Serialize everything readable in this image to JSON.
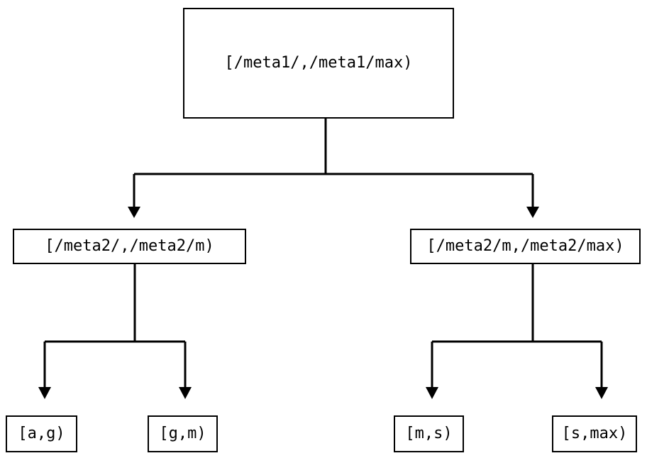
{
  "diagram": {
    "type": "tree",
    "orientation": "top-down",
    "background_color": "#ffffff",
    "line_color": "#000000",
    "text_color": "#000000",
    "nodes": {
      "root": {
        "label": "[/meta1/,/meta1/max)"
      },
      "mid_left": {
        "label": "[/meta2/,/meta2/m)"
      },
      "mid_right": {
        "label": "[/meta2/m,/meta2/max)"
      },
      "leaf_1": {
        "label": "[a,g)"
      },
      "leaf_2": {
        "label": "[g,m)"
      },
      "leaf_3": {
        "label": "[m,s)"
      },
      "leaf_4": {
        "label": "[s,max)"
      }
    }
  }
}
